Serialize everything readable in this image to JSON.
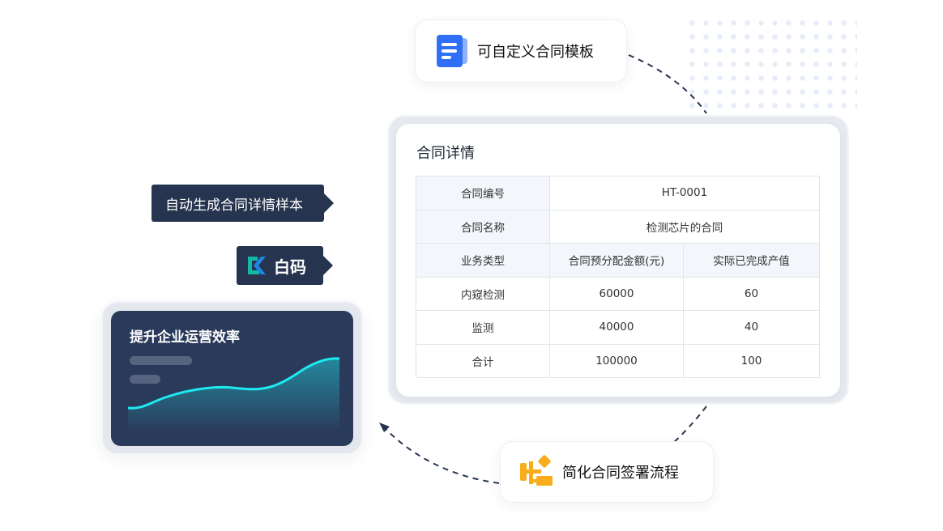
{
  "template_pill": {
    "label": "可自定义合同模板",
    "icon": "document-icon"
  },
  "flow_pill": {
    "label": "简化合同签署流程",
    "icon": "flowchart-icon"
  },
  "tags": {
    "generate": "自动生成合同详情样本",
    "brand": "白码"
  },
  "efficiency_card": {
    "title": "提升企业运营效率"
  },
  "contract": {
    "title": "合同详情",
    "number_label": "合同编号",
    "number": "HT-0001",
    "name_label": "合同名称",
    "name": "检测芯片的合同",
    "headers": [
      "业务类型",
      "合同预分配金额(元)",
      "实际已完成产值"
    ],
    "rows": [
      [
        "内窥检测",
        "60000",
        "60"
      ],
      [
        "监测",
        "40000",
        "40"
      ],
      [
        "合计",
        "100000",
        "100"
      ]
    ]
  },
  "colors": {
    "dark": "#26344f",
    "accent": "#1de9f0",
    "blue": "#2f6ff6",
    "orange": "#f9ad1b"
  }
}
